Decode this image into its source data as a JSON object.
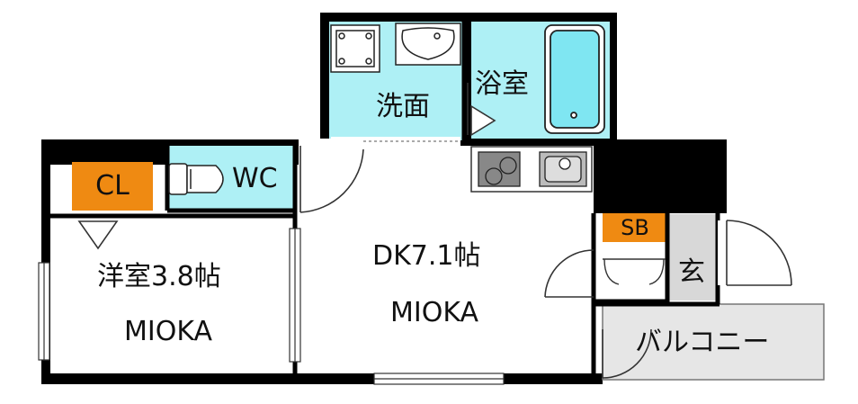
{
  "colors": {
    "wall": "#000000",
    "wet_area": "#aef0f5",
    "storage": "#ef8a12",
    "floor": "#ffffff",
    "entrance": "#d8d8d8",
    "balcony": "#e6e6e6",
    "bathtub": "#7fe6f2"
  },
  "rooms": {
    "western_room_label": "洋室3.8帖",
    "western_room_owner": "MIOKA",
    "dk_label": "DK7.1帖",
    "dk_owner": "MIOKA",
    "washroom_label": "洗面",
    "bathroom_label": "浴室",
    "wc_label": "WC",
    "closet_label": "CL",
    "shoe_box_label": "SB",
    "entrance_label": "玄",
    "balcony_label": "バルコニー"
  },
  "icons": [
    "washing-machine-icon",
    "washbasin-icon",
    "bathtub-icon",
    "toilet-icon",
    "stove-icon",
    "sink-icon",
    "door-swing-icon",
    "window-icon"
  ]
}
